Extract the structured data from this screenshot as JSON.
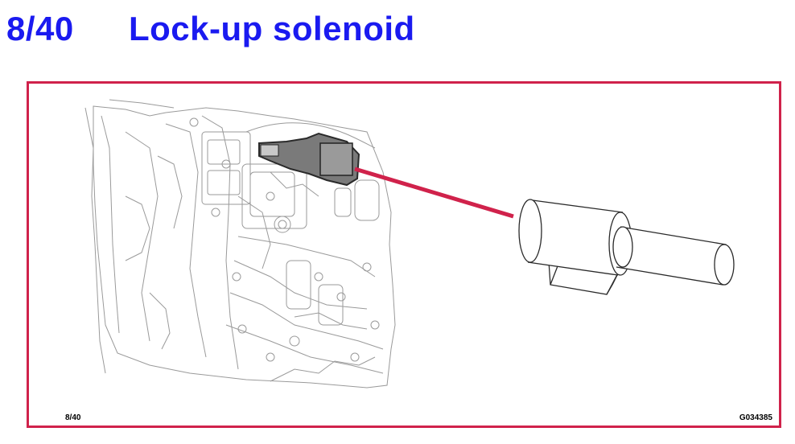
{
  "header": {
    "slide_number": "8/40",
    "title": "Lock-up solenoid"
  },
  "figure": {
    "page_label": "8/40",
    "figure_code": "G034385",
    "frame_color": "#d0224b",
    "title_color": "#1a1af0",
    "pointer_color": "#d0224b",
    "highlight_color": "#888888"
  }
}
